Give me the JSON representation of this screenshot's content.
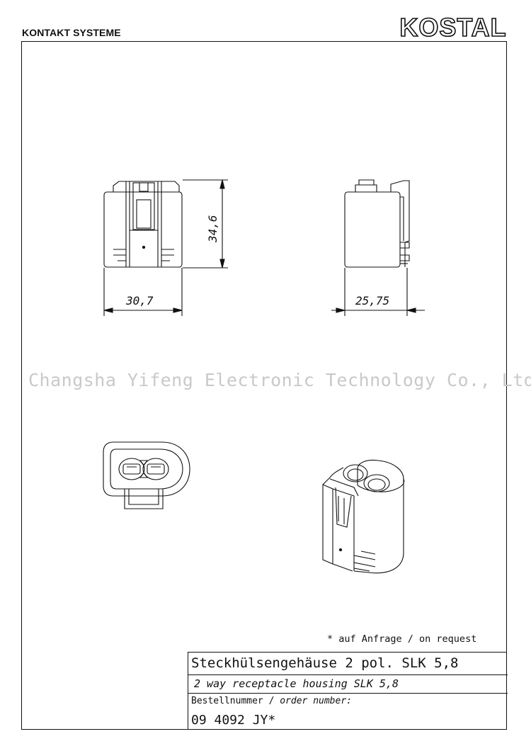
{
  "header": {
    "left_label": "KONTAKT SYSTEME",
    "logo_text": "KOSTAL"
  },
  "dimensions": {
    "height": "34,6",
    "width_front": "30,7",
    "width_side": "25,75"
  },
  "watermark": "Changsha Yifeng Electronic Technology Co., Ltd",
  "note": "* auf Anfrage / on request",
  "title_block": {
    "title_de": "Steckhülsengehäuse 2 pol. SLK 5,8",
    "title_en": "2 way receptacle housing SLK 5,8",
    "order_label_de": "Bestellnummer / ",
    "order_label_en": "order number:",
    "order_number": "09 4092 JY*"
  },
  "colors": {
    "line": "#111111",
    "watermark": "#c9c9c9",
    "background": "#ffffff"
  }
}
